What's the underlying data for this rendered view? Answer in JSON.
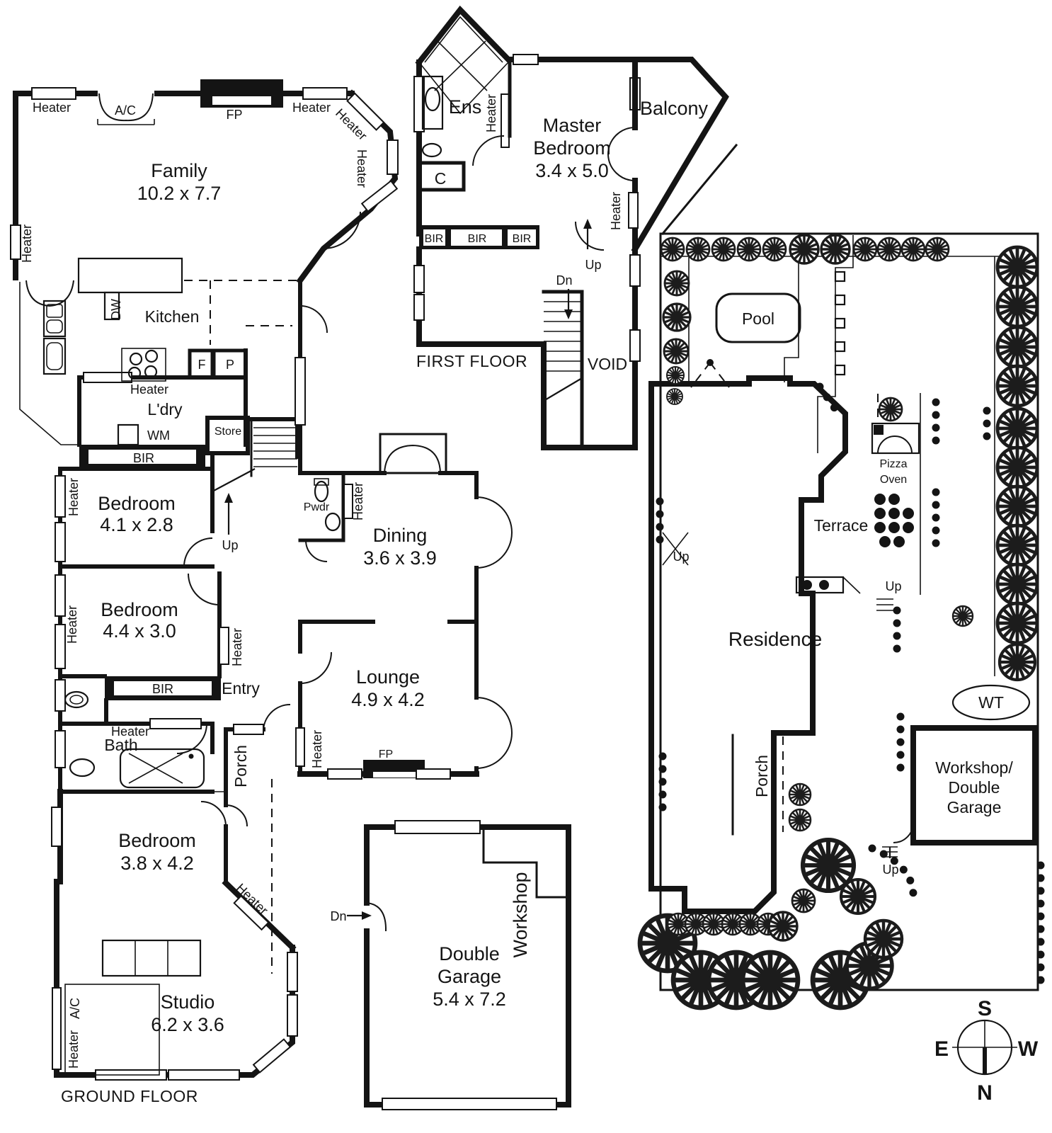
{
  "ground_floor": {
    "title": "GROUND FLOOR",
    "rooms": {
      "family": {
        "name": "Family",
        "dims": "10.2 x 7.7"
      },
      "kitchen": {
        "name": "Kitchen"
      },
      "laundry": {
        "name": "L'dry"
      },
      "store": {
        "name": "Store"
      },
      "bedroom1": {
        "name": "Bedroom",
        "dims": "4.1 x 2.8"
      },
      "bedroom2": {
        "name": "Bedroom",
        "dims": "4.4 x 3.0"
      },
      "bedroom3": {
        "name": "Bedroom",
        "dims": "3.8 x 4.2"
      },
      "bath": {
        "name": "Bath"
      },
      "powder": {
        "name": "Pwdr"
      },
      "dining": {
        "name": "Dining",
        "dims": "3.6 x 3.9"
      },
      "lounge": {
        "name": "Lounge",
        "dims": "4.9 x 4.2"
      },
      "entry": {
        "name": "Entry"
      },
      "porch": {
        "name": "Porch"
      },
      "studio": {
        "name": "Studio",
        "dims": "6.2 x 3.6"
      }
    }
  },
  "first_floor": {
    "title": "FIRST FLOOR",
    "rooms": {
      "ensuite": {
        "name": "Ens"
      },
      "master_bedroom": {
        "line1": "Master",
        "line2": "Bedroom",
        "dims": "3.4 x 5.0"
      },
      "balcony": {
        "name": "Balcony"
      },
      "closet": {
        "name": "C"
      },
      "void": {
        "name": "VOID"
      }
    }
  },
  "garage": {
    "name_line1": "Double",
    "name_line2": "Garage",
    "dims": "5.4 x 7.2",
    "workshop": {
      "name": "Workshop"
    }
  },
  "site_plan": {
    "residence": "Residence",
    "pool": "Pool",
    "terrace": "Terrace",
    "porch": "Porch",
    "pizza_oven_line1": "Pizza",
    "pizza_oven_line2": "Oven",
    "water_tank": "WT",
    "workshop_garage": {
      "line1": "Workshop/",
      "line2": "Double",
      "line3": "Garage"
    }
  },
  "fixtures": {
    "heater": "Heater",
    "air_conditioner": "A/C",
    "fireplace": "FP",
    "dishwasher": "DW",
    "washing_machine": "WM",
    "built_in_robe": "BIR",
    "fridge": "F",
    "pantry": "P"
  },
  "stairs": {
    "up": "Up",
    "down": "Dn"
  },
  "compass": {
    "north": "N",
    "south": "S",
    "east": "E",
    "west": "W"
  },
  "colors": {
    "ink": "#141414",
    "paper": "#ffffff"
  }
}
